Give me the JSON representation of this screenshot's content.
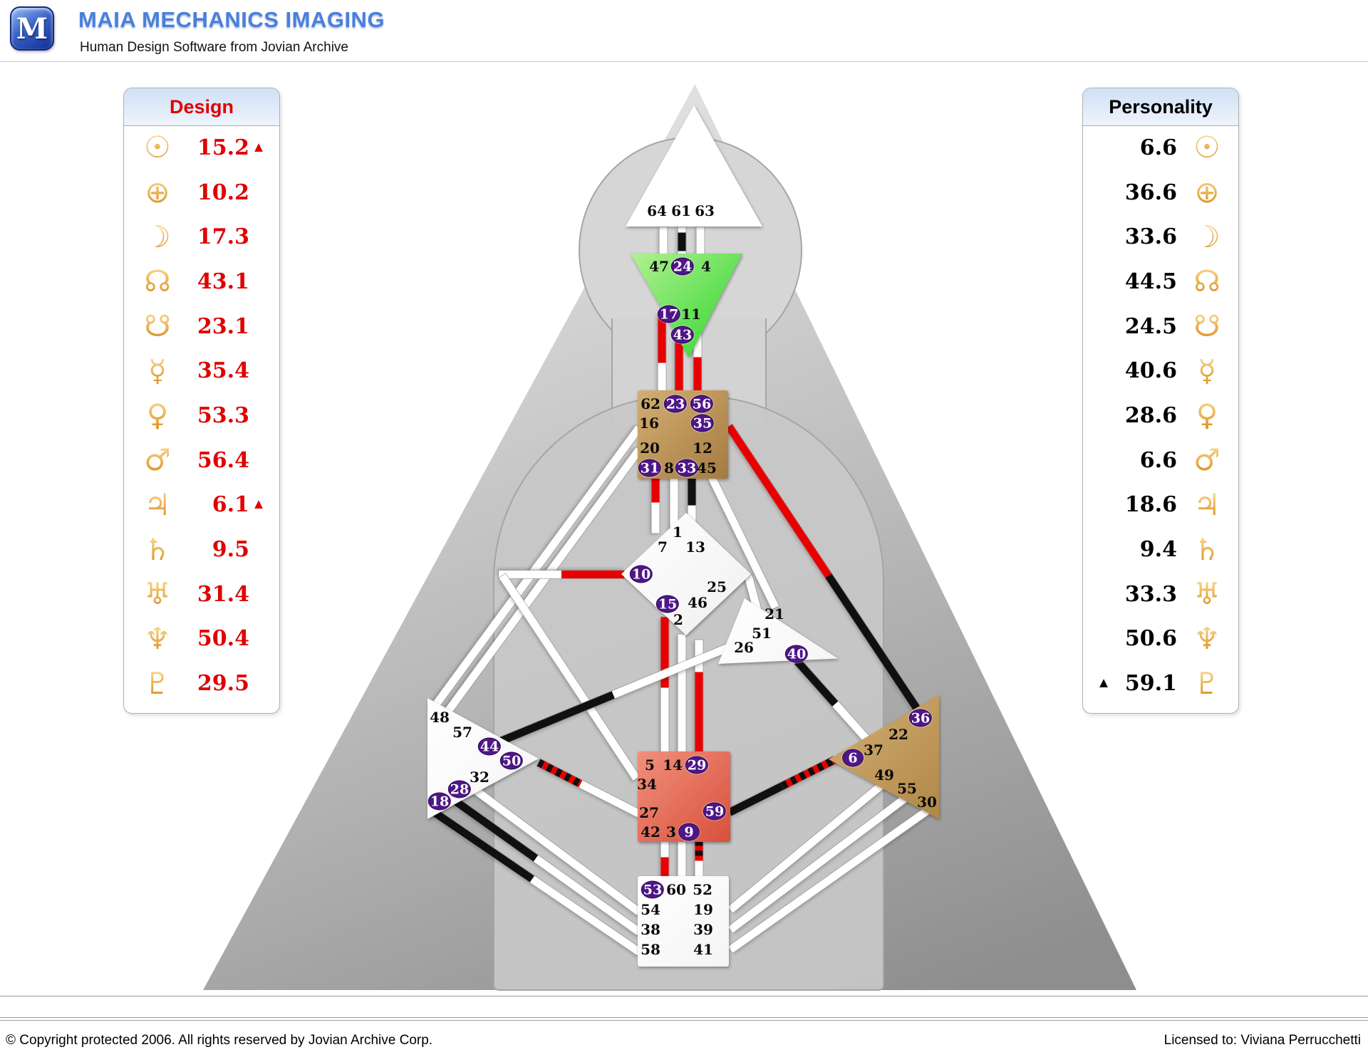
{
  "header": {
    "logo_letter": "M",
    "title": "MAIA MECHANICS IMAGING",
    "subtitle": "Human Design Software from Jovian Archive"
  },
  "design_panel": {
    "title": "Design",
    "accent_color": "#e00000",
    "rows": [
      {
        "planet": "sun",
        "glyph": "☉",
        "value": "15.2",
        "marker": "▲"
      },
      {
        "planet": "earth",
        "glyph": "⊕",
        "value": "10.2",
        "marker": ""
      },
      {
        "planet": "moon",
        "glyph": "☽",
        "value": "17.3",
        "marker": ""
      },
      {
        "planet": "north-node",
        "glyph": "☊",
        "value": "43.1",
        "marker": ""
      },
      {
        "planet": "south-node",
        "glyph": "☋",
        "value": "23.1",
        "marker": ""
      },
      {
        "planet": "mercury",
        "glyph": "☿",
        "value": "35.4",
        "marker": ""
      },
      {
        "planet": "venus",
        "glyph": "♀",
        "value": "53.3",
        "marker": ""
      },
      {
        "planet": "mars",
        "glyph": "♂",
        "value": "56.4",
        "marker": ""
      },
      {
        "planet": "jupiter",
        "glyph": "♃",
        "value": "6.1",
        "marker": "▲"
      },
      {
        "planet": "saturn",
        "glyph": "♄",
        "value": "9.5",
        "marker": ""
      },
      {
        "planet": "uranus",
        "glyph": "♅",
        "value": "31.4",
        "marker": ""
      },
      {
        "planet": "neptune",
        "glyph": "♆",
        "value": "50.4",
        "marker": ""
      },
      {
        "planet": "pluto",
        "glyph": "♇",
        "value": "29.5",
        "marker": ""
      }
    ]
  },
  "personality_panel": {
    "title": "Personality",
    "accent_color": "#000000",
    "rows": [
      {
        "planet": "sun",
        "glyph": "☉",
        "value": "6.6",
        "marker_before": ""
      },
      {
        "planet": "earth",
        "glyph": "⊕",
        "value": "36.6",
        "marker_before": ""
      },
      {
        "planet": "moon",
        "glyph": "☽",
        "value": "33.6",
        "marker_before": ""
      },
      {
        "planet": "north-node",
        "glyph": "☊",
        "value": "44.5",
        "marker_before": ""
      },
      {
        "planet": "south-node",
        "glyph": "☋",
        "value": "24.5",
        "marker_before": ""
      },
      {
        "planet": "mercury",
        "glyph": "☿",
        "value": "40.6",
        "marker_before": ""
      },
      {
        "planet": "venus",
        "glyph": "♀",
        "value": "28.6",
        "marker_before": ""
      },
      {
        "planet": "mars",
        "glyph": "♂",
        "value": "6.6",
        "marker_before": ""
      },
      {
        "planet": "jupiter",
        "glyph": "♃",
        "value": "18.6",
        "marker_before": ""
      },
      {
        "planet": "saturn",
        "glyph": "♄",
        "value": "9.4",
        "marker_before": ""
      },
      {
        "planet": "uranus",
        "glyph": "♅",
        "value": "33.3",
        "marker_before": ""
      },
      {
        "planet": "neptune",
        "glyph": "♆",
        "value": "50.6",
        "marker_before": ""
      },
      {
        "planet": "pluto",
        "glyph": "♇",
        "value": "59.1",
        "marker_before": "▲"
      }
    ]
  },
  "bodygraph": {
    "colors": {
      "design": "#e80000",
      "personality": "#101010",
      "gate_oval": "#4f1688"
    },
    "activated_gates": [
      6,
      9,
      10,
      15,
      17,
      18,
      23,
      24,
      28,
      29,
      31,
      33,
      35,
      36,
      40,
      43,
      44,
      50,
      53,
      56,
      59
    ],
    "centers": [
      {
        "name": "head",
        "gradient": [
          "#ffffff",
          "#ffffff"
        ],
        "gates": [
          64,
          61,
          63
        ]
      },
      {
        "name": "ajna",
        "gradient": [
          "#b2f191",
          "#2bd42b"
        ],
        "gates": [
          47,
          24,
          4,
          17,
          11,
          43
        ]
      },
      {
        "name": "throat",
        "gradient": [
          "#d3ae74",
          "#a57b40"
        ],
        "gates": [
          62,
          23,
          56,
          16,
          35,
          20,
          12,
          31,
          8,
          33,
          45
        ]
      },
      {
        "name": "g-center",
        "gradient": [
          "#ffffff",
          "#f0f0f0"
        ],
        "gates": [
          1,
          7,
          13,
          10,
          25,
          15,
          46,
          2
        ]
      },
      {
        "name": "heart",
        "gradient": [
          "#ffffff",
          "#f5f5f5"
        ],
        "gates": [
          21,
          51,
          26,
          40
        ]
      },
      {
        "name": "spleen",
        "gradient": [
          "#ffffff",
          "#f5f5f5"
        ],
        "gates": [
          48,
          57,
          44,
          50,
          32,
          28,
          18
        ]
      },
      {
        "name": "solar-plexus",
        "gradient": [
          "#d3ae74",
          "#b08848"
        ],
        "gates": [
          36,
          22,
          37,
          6,
          49,
          55,
          30
        ]
      },
      {
        "name": "sacral",
        "gradient": [
          "#f0907c",
          "#d8503c"
        ],
        "gates": [
          5,
          14,
          29,
          34,
          27,
          59,
          42,
          3,
          9
        ]
      },
      {
        "name": "root",
        "gradient": [
          "#ffffff",
          "#f4f4f4"
        ],
        "gates": [
          53,
          60,
          52,
          54,
          19,
          38,
          39,
          58,
          41
        ]
      }
    ],
    "channels": [
      {
        "id": "64-47",
        "segments": []
      },
      {
        "id": "61-24",
        "segments": [
          {
            "from": 0.2,
            "to": 0.85,
            "color": "personality"
          }
        ]
      },
      {
        "id": "63-4",
        "segments": []
      },
      {
        "id": "17-62",
        "segments": [
          {
            "from": 0,
            "to": 0.62,
            "color": "design"
          }
        ]
      },
      {
        "id": "43-23",
        "segments": [
          {
            "from": 0,
            "to": 1,
            "color": "design"
          }
        ]
      },
      {
        "id": "11-56",
        "segments": [
          {
            "from": 0.5,
            "to": 1,
            "color": "design"
          }
        ]
      },
      {
        "id": "31-7",
        "segments": [
          {
            "from": 0,
            "to": 0.45,
            "color": "design"
          }
        ]
      },
      {
        "id": "8-1",
        "segments": []
      },
      {
        "id": "33-13",
        "segments": [
          {
            "from": 0,
            "to": 0.5,
            "color": "personality"
          }
        ]
      },
      {
        "id": "15-5",
        "segments": [
          {
            "from": 0,
            "to": 0.52,
            "color": "design"
          }
        ]
      },
      {
        "id": "2-14",
        "segments": []
      },
      {
        "id": "46-29",
        "segments": [
          {
            "from": 0.28,
            "to": 1,
            "color": "design"
          }
        ]
      },
      {
        "id": "42-53",
        "segments": [
          {
            "from": 0.45,
            "to": 1,
            "color": "design"
          }
        ]
      },
      {
        "id": "3-60",
        "segments": []
      },
      {
        "id": "9-52",
        "segments": [
          {
            "from": 0,
            "to": 0.55,
            "color": "both"
          }
        ]
      },
      {
        "id": "16-48",
        "segments": []
      },
      {
        "id": "20-57",
        "segments": []
      },
      {
        "id": "10-junction",
        "segments": [
          {
            "from": 0,
            "to": 0.5,
            "color": "design"
          }
        ]
      },
      {
        "id": "34-junction",
        "segments": []
      },
      {
        "id": "32-54",
        "segments": []
      },
      {
        "id": "28-38",
        "segments": [
          {
            "from": 0,
            "to": 0.46,
            "color": "personality"
          }
        ]
      },
      {
        "id": "18-58",
        "segments": [
          {
            "from": 0,
            "to": 0.48,
            "color": "personality"
          }
        ]
      },
      {
        "id": "44-26",
        "segments": [
          {
            "from": 0,
            "to": 0.48,
            "color": "personality"
          }
        ]
      },
      {
        "id": "50-27",
        "segments": [
          {
            "from": 0,
            "to": 0.42,
            "color": "both"
          }
        ]
      },
      {
        "id": "59-6",
        "segments": [
          {
            "from": 0,
            "to": 0.5,
            "color": "personality"
          },
          {
            "from": 0.5,
            "to": 1,
            "color": "both"
          }
        ]
      },
      {
        "id": "40-37",
        "segments": [
          {
            "from": 0,
            "to": 0.5,
            "color": "personality"
          }
        ]
      },
      {
        "id": "35-36",
        "segments": [
          {
            "from": 0,
            "to": 0.52,
            "color": "design"
          },
          {
            "from": 0.52,
            "to": 1,
            "color": "personality"
          }
        ]
      },
      {
        "id": "45-21",
        "segments": []
      },
      {
        "id": "25-51",
        "segments": []
      },
      {
        "id": "19-49",
        "segments": []
      },
      {
        "id": "39-55",
        "segments": []
      },
      {
        "id": "41-30",
        "segments": []
      }
    ]
  },
  "footer": {
    "copyright": "© Copyright protected 2006. All rights reserved by Jovian Archive Corp.",
    "licensed_to": "Licensed to: Viviana Perrucchetti"
  }
}
